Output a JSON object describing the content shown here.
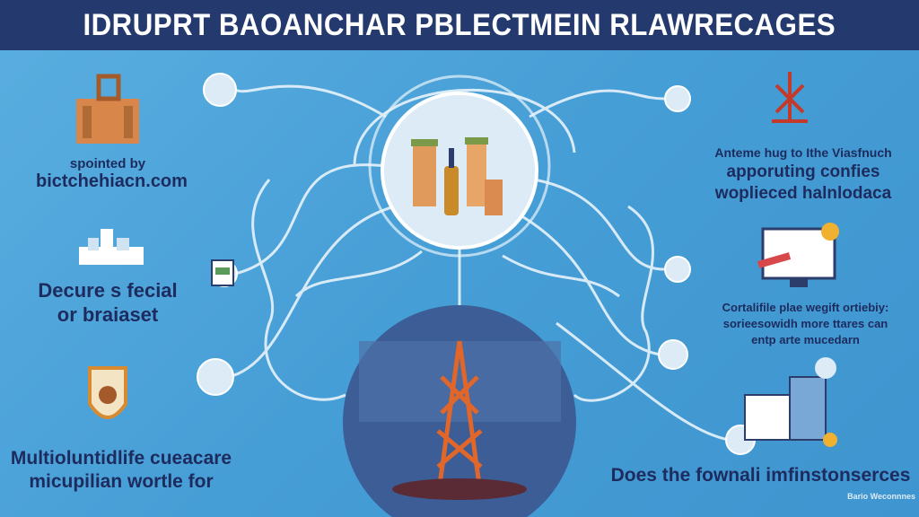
{
  "header": {
    "title": "IDRUPRT BAOANCHAR PBLECTMEIN RLAWRECAGES"
  },
  "left": [
    {
      "icon": "building-icon",
      "lines": [
        "spointed by",
        "bictchehiacn.com"
      ]
    },
    {
      "icon": "city-icon",
      "lines": [
        "Decure s fecial",
        "or braiaset"
      ]
    },
    {
      "icon": "badge-icon",
      "lines": [
        "Multioluntidlife cueacare",
        "micupilian wortle for"
      ]
    }
  ],
  "right": [
    {
      "icon": "tower-icon",
      "lines": [
        "Anteme hug to Ithe Viasfnuch",
        "apporuting confies",
        "woplieced halnlodaca"
      ]
    },
    {
      "icon": "monitor-icon",
      "lines": [
        "Cortalifile plae wegift ortiebiy:",
        "sorieesowidh more ttares can",
        "entp arte mucedarn"
      ]
    },
    {
      "icon": "data-icon",
      "lines": [
        "Does the fownali imfinstonserces",
        "Bario Weconnnes"
      ]
    }
  ],
  "colors": {
    "header": "#24396d",
    "text": "#1d2b5e",
    "accent": "#e0662a"
  }
}
